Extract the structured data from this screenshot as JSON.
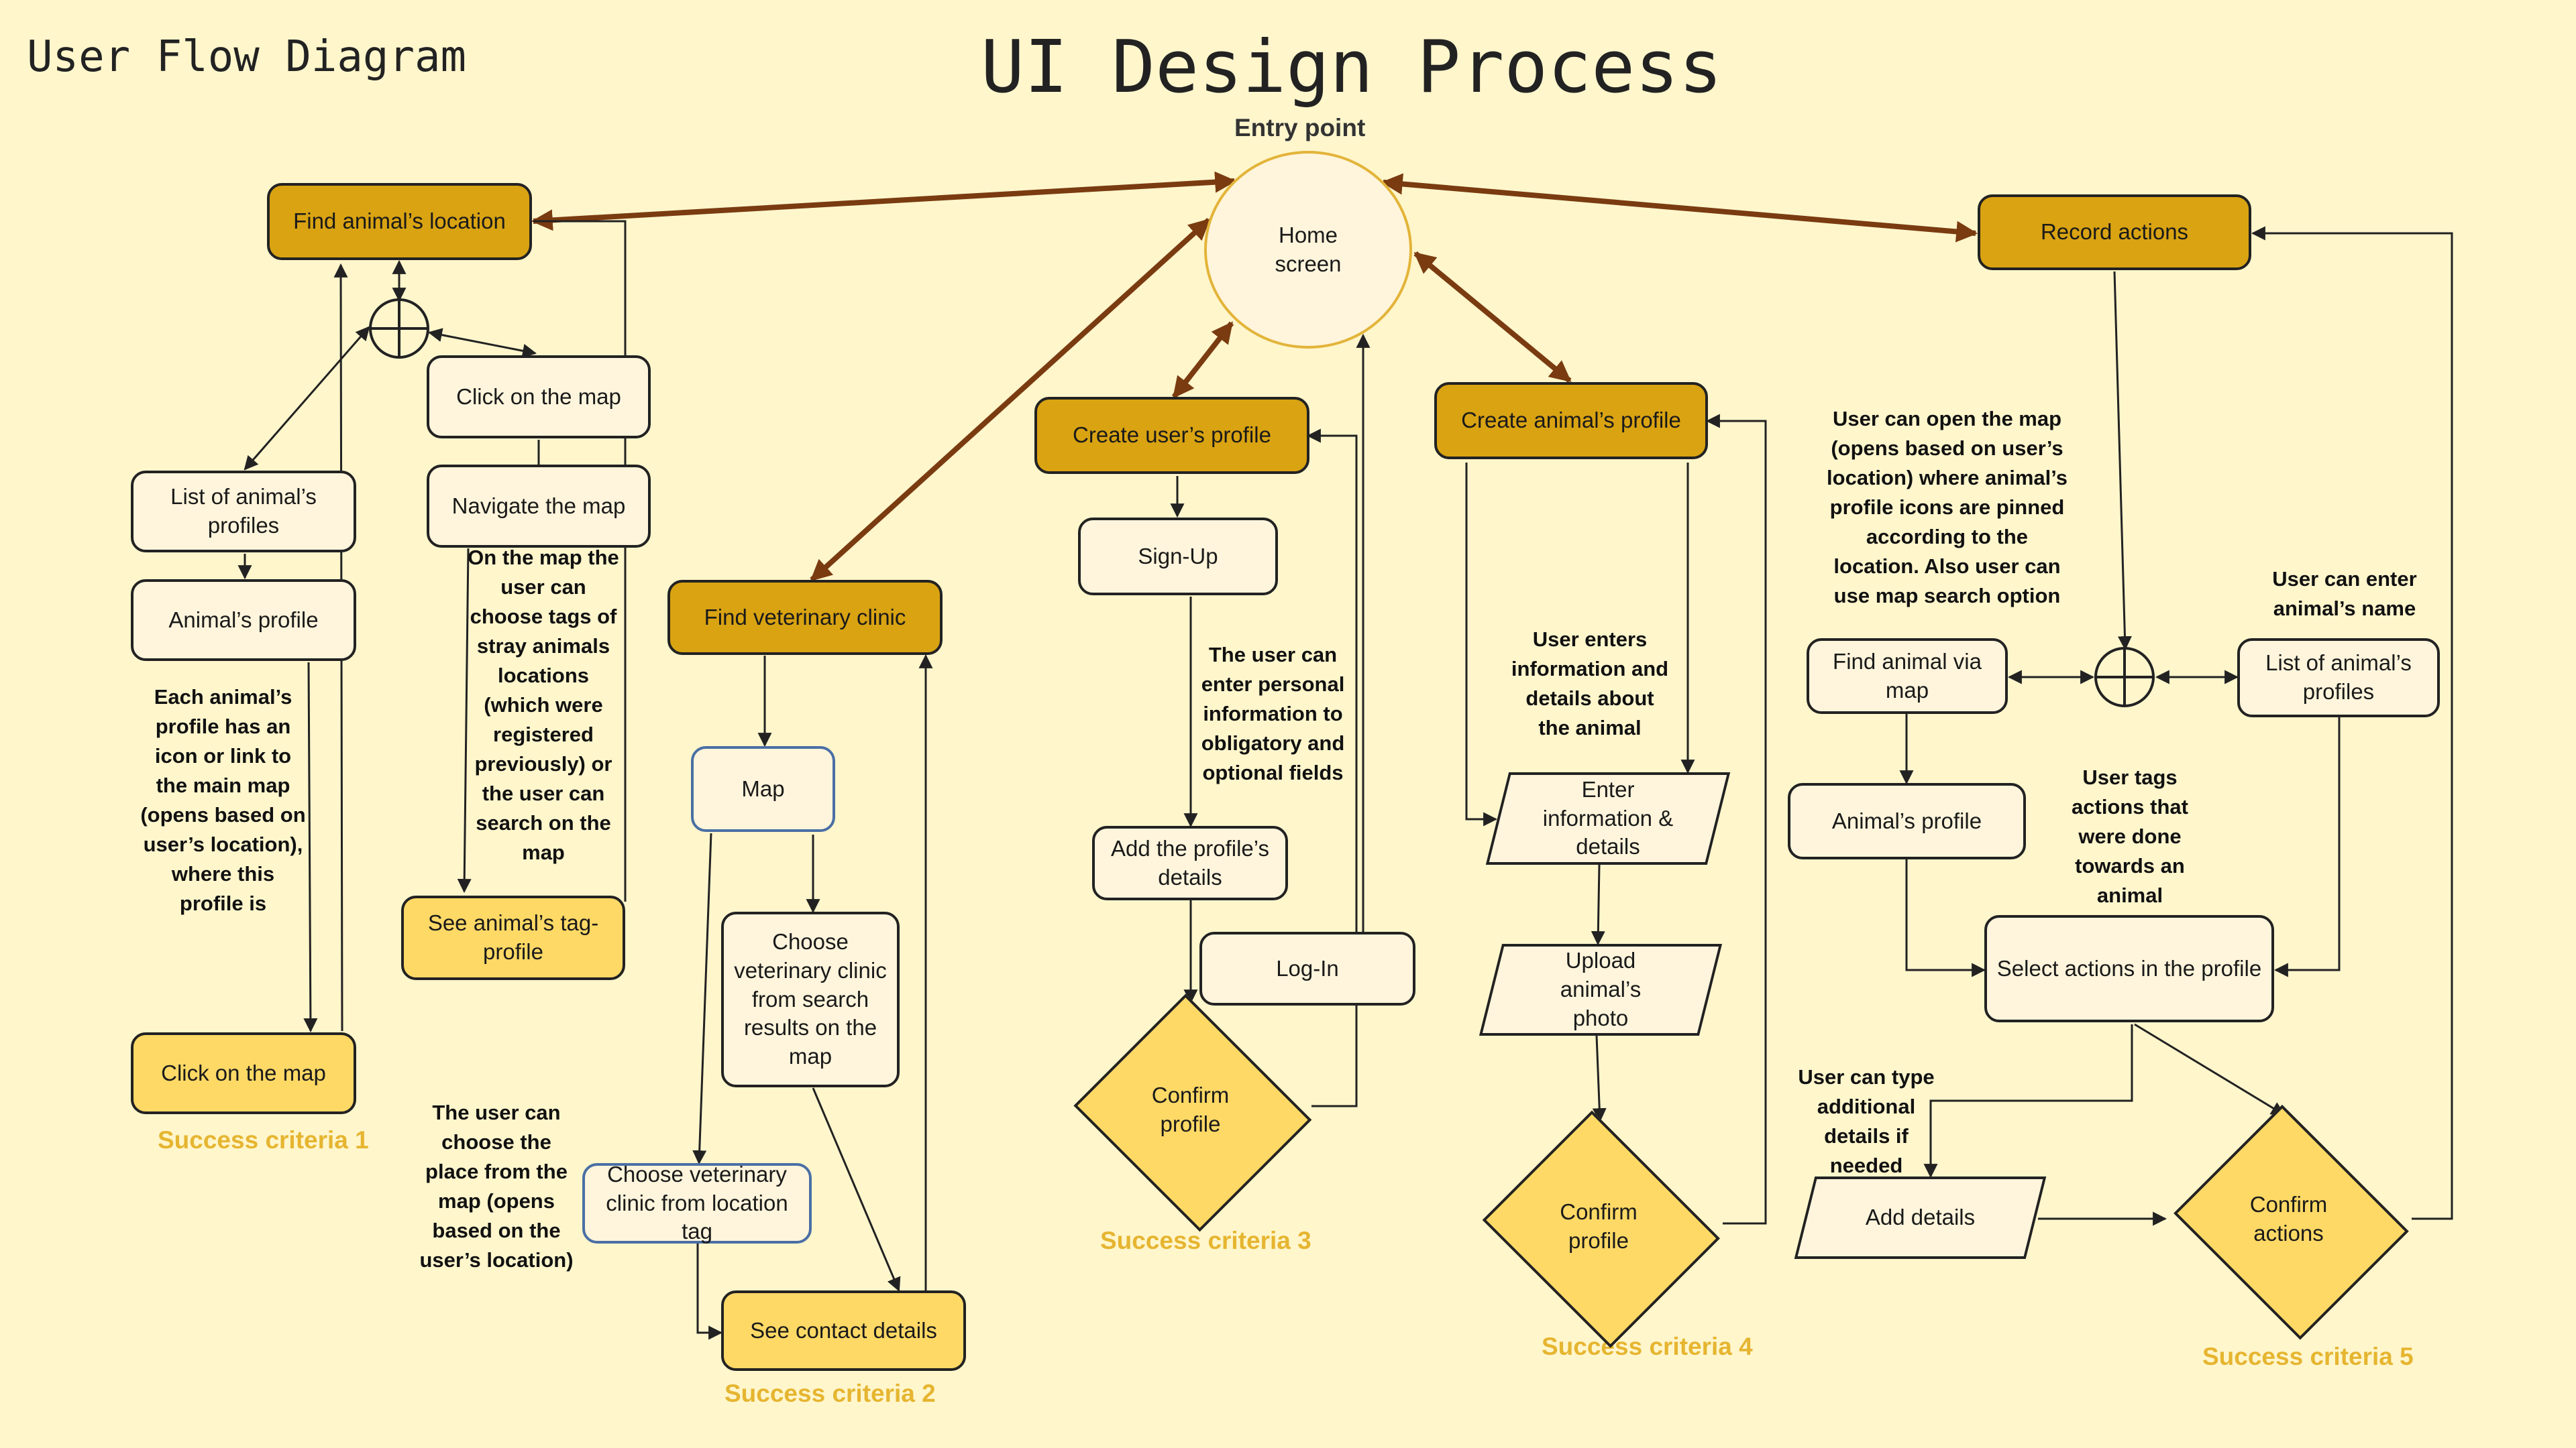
{
  "header": {
    "flow_label": "User Flow Diagram",
    "title": "UI Design Process",
    "entry_label": "Entry point"
  },
  "colors": {
    "dark_box": "#d9a312",
    "mid_box": "#ffd966",
    "light_box": "#fff5dc",
    "background": "#fff6cc",
    "hub_arrow": "#7a3b10",
    "success_text": "#e6b530"
  },
  "nodes": {
    "home": "Home screen",
    "find_location": "Find animal’s location",
    "click_map_1": "Click on the map",
    "navigate_map": "Navigate the map",
    "list_profiles_1": "List of animal’s profiles",
    "animal_profile_1": "Animal’s profile",
    "tag_profile": "See animal’s tag-profile",
    "click_map_2": "Click on the map",
    "find_vet": "Find veterinary clinic",
    "map": "Map",
    "choose_vet_search": "Choose veterinary clinic from search results on the map",
    "choose_vet_tag": "Choose veterinary clinic from location tag",
    "contact": "See contact details",
    "create_user": "Create user’s profile",
    "signup": "Sign-Up",
    "add_details_profile": "Add the profile’s details",
    "login": "Log-In",
    "confirm_profile_1": "Confirm profile",
    "create_animal": "Create animal’s profile",
    "enter_info": "Enter information & details",
    "upload_photo": "Upload animal’s photo",
    "confirm_profile_2": "Confirm profile",
    "record": "Record actions",
    "find_via_map": "Find animal via map",
    "list_profiles_2": "List of animal’s profiles",
    "animal_profile_2": "Animal’s profile",
    "select_actions": "Select actions in the profile",
    "add_details": "Add details",
    "confirm_actions": "Confirm actions"
  },
  "notes": {
    "each_profile": "Each animal’s profile has an icon or link to the main map (opens based on user’s location), where this profile is",
    "on_the_map": "On the map the user can choose tags of stray animals locations (which were registered previously) or the user can search on the map",
    "choose_place": "The user can choose the place from the map (opens based on the user’s location)",
    "personal_info": "The user can enter personal information to obligatory and optional fields",
    "enters_info": "User enters information and details about the animal",
    "open_map": "User can open the map (opens based on user’s location) where animal’s profile icons are pinned according to the location. Also user can use map search option",
    "enter_name": "User can enter animal’s name",
    "user_tags": "User tags actions that were done towards an animal",
    "type_details": "User can type additional details if needed"
  },
  "success": {
    "s1": "Success criteria 1",
    "s2": "Success criteria 2",
    "s3": "Success criteria 3",
    "s4": "Success criteria 4",
    "s5": "Success criteria 5"
  }
}
